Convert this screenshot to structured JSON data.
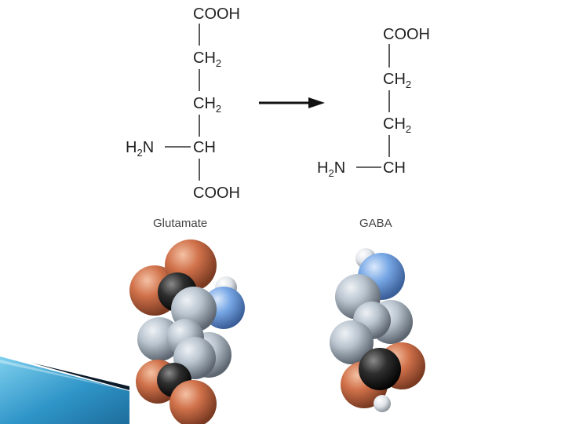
{
  "colors": {
    "carbon_dark": "#1f1f1f",
    "carbon_grey": "#b8c3cf",
    "oxygen": "#c8643f",
    "nitrogen": "#6d9fe0",
    "hydrogen": "#dfe3e8",
    "slide_accent_blue": "#3fa9d6"
  },
  "glutamate": {
    "group_top": "COOH",
    "ch2_a": "CH",
    "ch2_a_sub": "2",
    "ch2_b": "CH",
    "ch2_b_sub": "2",
    "amine_h": "H",
    "amine_sub": "2",
    "amine_n": "N",
    "alpha_ch": "CH",
    "group_bottom": "COOH",
    "caption": "Glutamate"
  },
  "gaba": {
    "group_top": "COOH",
    "ch2_a": "CH",
    "ch2_a_sub": "2",
    "ch2_b": "CH",
    "ch2_b_sub": "2",
    "amine_h": "H",
    "amine_sub": "2",
    "amine_n": "N",
    "end_ch": "CH",
    "caption": "GABA"
  },
  "icons": {
    "arrow": "right-arrow-icon",
    "glutamate_model": "glutamate-space-filling-model",
    "gaba_model": "gaba-space-filling-model"
  }
}
